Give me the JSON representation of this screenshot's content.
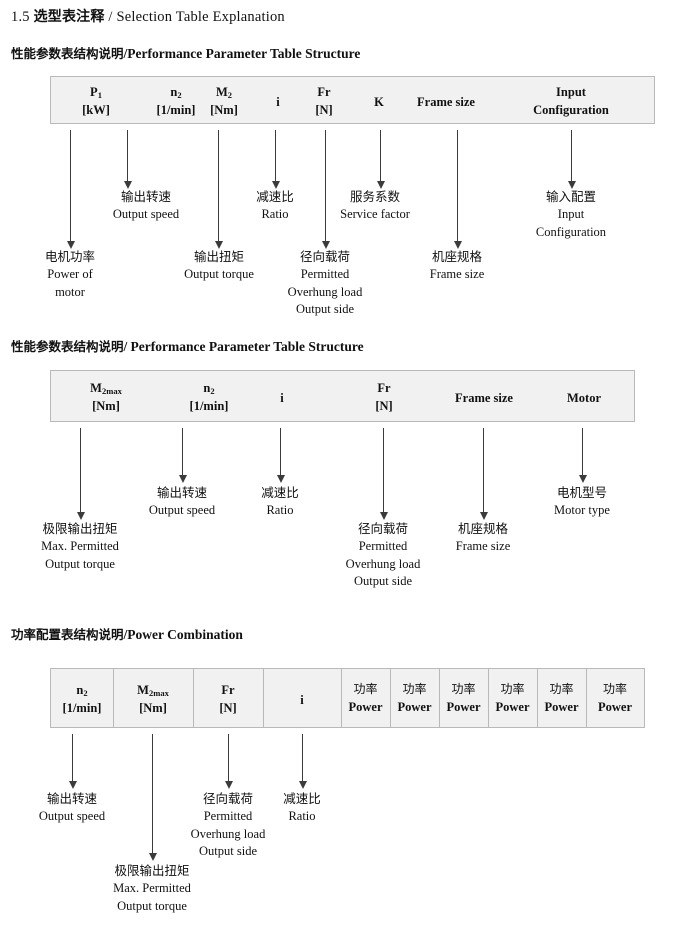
{
  "document": {
    "title_number": "1.5",
    "title_cn": "选型表注释",
    "title_sep": "/",
    "title_en": "Selection Table Explanation"
  },
  "sections": [
    {
      "heading_cn": "性能参数表结构说明",
      "heading_sep": "/",
      "heading_en": "Performance Parameter Table Structure",
      "table": {
        "columns": [
          {
            "symbol": "P",
            "sub": "1",
            "unit": "[kW]"
          },
          {
            "symbol": "n",
            "sub": "2",
            "unit": "[1/min]"
          },
          {
            "symbol": "M",
            "sub": "2",
            "unit": "[Nm]"
          },
          {
            "symbol": "i",
            "sub": "",
            "unit": ""
          },
          {
            "symbol": "Fr",
            "sub": "",
            "unit": "[N]"
          },
          {
            "symbol": "K",
            "sub": "",
            "unit": ""
          },
          {
            "symbol": "Frame size",
            "sub": "",
            "unit": ""
          },
          {
            "symbol": "Input",
            "sub": "",
            "unit": "Configuration"
          }
        ]
      },
      "callouts": [
        {
          "cn": "电机功率",
          "en": [
            "Power of",
            "motor"
          ]
        },
        {
          "cn": "输出转速",
          "en": [
            "Output speed"
          ]
        },
        {
          "cn": "输出扭矩",
          "en": [
            "Output torque"
          ]
        },
        {
          "cn": "减速比",
          "en": [
            "Ratio"
          ]
        },
        {
          "cn": "径向载荷",
          "en": [
            "Permitted",
            "Overhung load",
            "Output side"
          ]
        },
        {
          "cn": "服务系数",
          "en": [
            "Service factor"
          ]
        },
        {
          "cn": "机座规格",
          "en": [
            "Frame size"
          ]
        },
        {
          "cn": "输入配置",
          "en": [
            "Input",
            "Configuration"
          ]
        }
      ]
    },
    {
      "heading_cn": "性能参数表结构说明",
      "heading_sep": "/",
      "heading_en": "Performance Parameter Table Structure",
      "table": {
        "columns": [
          {
            "symbol": "M",
            "sub": "2max",
            "unit": "[Nm]"
          },
          {
            "symbol": "n",
            "sub": "2",
            "unit": "[1/min]"
          },
          {
            "symbol": "i",
            "sub": "",
            "unit": ""
          },
          {
            "symbol": "Fr",
            "sub": "",
            "unit": "[N]"
          },
          {
            "symbol": "Frame size",
            "sub": "",
            "unit": ""
          },
          {
            "symbol": "Motor",
            "sub": "",
            "unit": ""
          }
        ]
      },
      "callouts": [
        {
          "cn": "极限输出扭矩",
          "en": [
            "Max. Permitted",
            "Output  torque"
          ]
        },
        {
          "cn": "输出转速",
          "en": [
            "Output speed"
          ]
        },
        {
          "cn": "减速比",
          "en": [
            "Ratio"
          ]
        },
        {
          "cn": "径向载荷",
          "en": [
            "Permitted",
            "Overhung load",
            "Output side"
          ]
        },
        {
          "cn": "机座规格",
          "en": [
            "Frame size"
          ]
        },
        {
          "cn": "电机型号",
          "en": [
            "Motor type"
          ]
        }
      ]
    },
    {
      "heading_cn": "功率配置表结构说明",
      "heading_sep": "/",
      "heading_en": "Power Combination",
      "table": {
        "columns": [
          {
            "symbol": "n",
            "sub": "2",
            "unit": "[1/min]"
          },
          {
            "symbol": "M",
            "sub": "2max",
            "unit": "[Nm]"
          },
          {
            "symbol": "Fr",
            "sub": "",
            "unit": "[N]"
          },
          {
            "symbol": "i",
            "sub": "",
            "unit": ""
          }
        ],
        "power_columns": [
          {
            "cn": "功率",
            "en": "Power"
          },
          {
            "cn": "功率",
            "en": "Power"
          },
          {
            "cn": "功率",
            "en": "Power"
          },
          {
            "cn": "功率",
            "en": "Power"
          },
          {
            "cn": "功率",
            "en": "Power"
          },
          {
            "cn": "功率",
            "en": "Power"
          }
        ]
      },
      "callouts": [
        {
          "cn": "输出转速",
          "en": [
            "Output speed"
          ]
        },
        {
          "cn": "极限输出扭矩",
          "en": [
            "Max. Permitted",
            "Output  torque"
          ]
        },
        {
          "cn": "径向载荷",
          "en": [
            "Permitted",
            "Overhung load",
            "Output side"
          ]
        },
        {
          "cn": "减速比",
          "en": [
            "Ratio"
          ]
        }
      ]
    }
  ],
  "colors": {
    "table_fill": "#f1f1f1",
    "table_border": "#b9b9b9",
    "arrow": "#3b3b3b",
    "text": "#111111"
  }
}
